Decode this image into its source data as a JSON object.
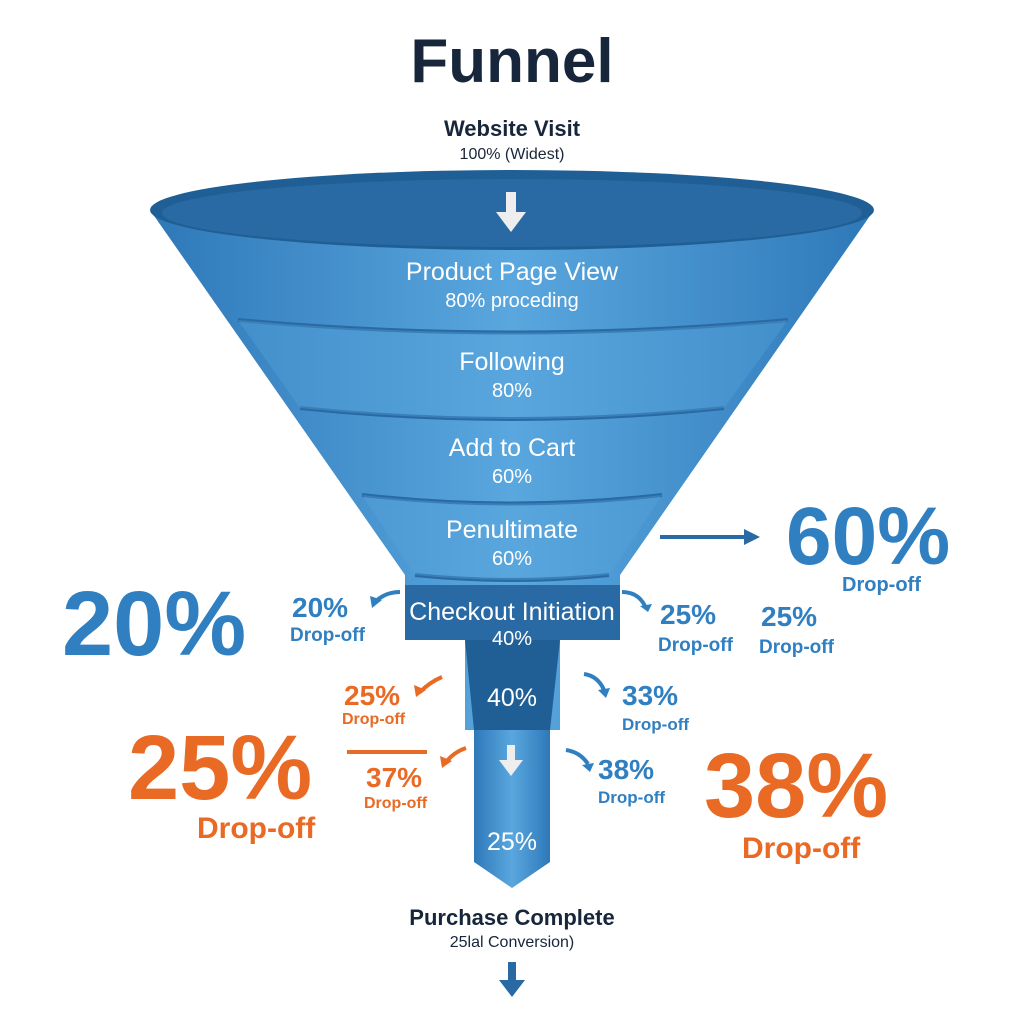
{
  "title": "Funnel",
  "top": {
    "label": "Website Visit",
    "sub": "100% (Widest)"
  },
  "stages": [
    {
      "label": "Product Page View",
      "sub": "80% proceding"
    },
    {
      "label": "Following",
      "sub": "80%"
    },
    {
      "label": "Add to Cart",
      "sub": "60%"
    },
    {
      "label": "Penultimate",
      "sub": "60%"
    },
    {
      "label": "Checkout Initiation",
      "sub": "40%"
    },
    {
      "label": "40%"
    },
    {
      "label": "25%"
    }
  ],
  "bottom": {
    "label": "Purchase Complete",
    "sub": "25lal Conversion)"
  },
  "dropoffs": {
    "right_60": {
      "value": "60%",
      "text": "Drop-off"
    },
    "left_20_big": "20%",
    "left_20_small": {
      "value": "20%",
      "text": "Drop-off"
    },
    "right_25_a": {
      "value": "25%",
      "text": "Drop-off"
    },
    "right_25_b": {
      "value": "25%",
      "text": "Drop-off"
    },
    "left_25_small": {
      "value": "25%",
      "text": "Drop-off"
    },
    "right_33": {
      "value": "33%",
      "text": "Drop-off"
    },
    "left_25_big": {
      "value": "25%",
      "text": "Drop-off"
    },
    "left_37": {
      "value": "37%",
      "text": "Drop-off"
    },
    "right_38_small": {
      "value": "38%",
      "text": "Drop-off"
    },
    "right_38_big": {
      "value": "38%",
      "text": "Drop-off"
    }
  },
  "colors": {
    "blue": "#2f7fc1",
    "orange": "#e86a24",
    "funnel_dark": "#1f5f95",
    "funnel_mid": "#3a86c6",
    "funnel_light": "#5aa6dd"
  }
}
